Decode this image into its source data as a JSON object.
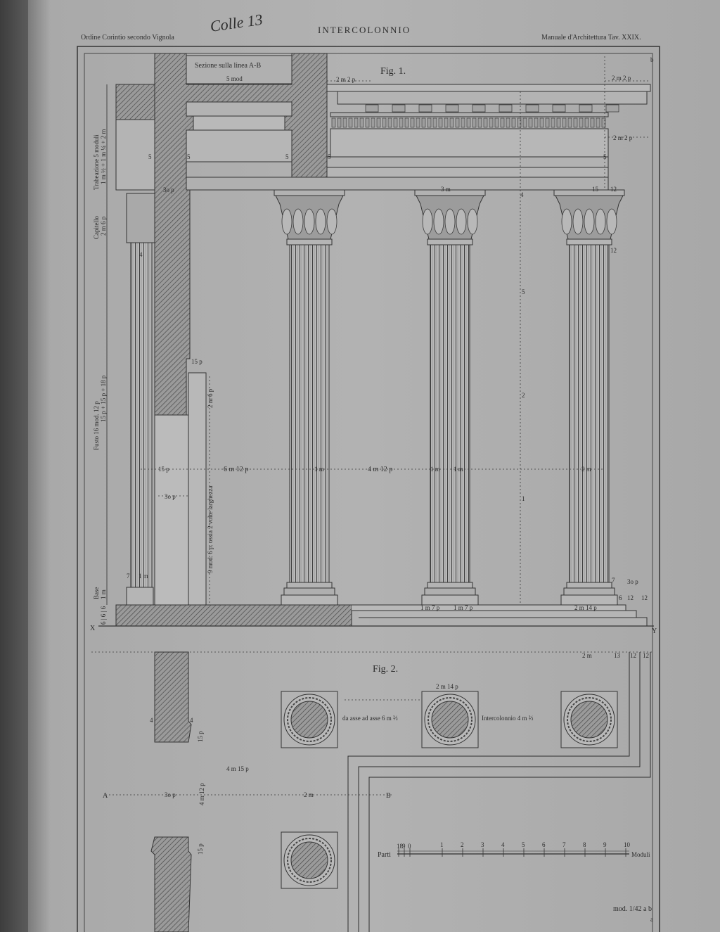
{
  "header": {
    "left": "Ordine Corintio secondo Vignola",
    "center": "INTERCOLONNIO",
    "right": "Manuale d'Architettura  Tav. XXIX.",
    "handwritten": "Colle 13"
  },
  "fig1": {
    "title": "Fig. 1.",
    "section_label": "Sezione sulla linea A-B",
    "section_width": "5 mod",
    "dims": {
      "entab_proj": "2 m 2 p",
      "entab_proj_right": "2 m 2 p",
      "cornice_proj": "2 m 2 p",
      "wall_30p": "3o p",
      "col_3m": "3 m",
      "col_15": "15",
      "col_12": "12",
      "col_12b": "12",
      "pilaster_15p": "15 p",
      "side_2m6p": "2 m 6 p",
      "side_9mod": "9 mod. 6 p. ossia 2 volte larghezza",
      "h_6m12p": "6 m  12 p",
      "h_4m12p": "4 m 12 p",
      "h_1m_a": "1 m",
      "h_1m_b": "1 m",
      "h_1m_c": "1 m",
      "h_2m": "2 m",
      "h_15p": "15 p",
      "h_30p": "3o p",
      "base_1m7p_a": "1 m 7 p",
      "base_1m7p_b": "1 m 7 p",
      "base_2m14p": "2 m 14 p",
      "r_30p": "3o p",
      "r_12a": "12",
      "r_12b": "12",
      "r_6": "6",
      "r_7": "7",
      "l_7": "7",
      "l_1m": "1 m",
      "l_4": "4",
      "shaft_5": "5",
      "shaft_2": "2",
      "shaft_1": "1",
      "shaft_4": "4",
      "mark_5a": "5",
      "mark_5b": "5",
      "mark_5c": "5",
      "mark_5d": "5",
      "mark_5e": "5",
      "mark_b": "b",
      "x": "X",
      "y": "Y"
    },
    "vertical_scale": {
      "trabeazione": "Trabeazione 5 moduli",
      "tr_parts": "1 m ½  +  1 m ¼  +  2 m",
      "capitello": "Capitello",
      "cap_val": "2 m 6 p",
      "fusto": "Fusto 16 mod. 12 p",
      "fusto_parts": "15 p + 15 p + 18 p",
      "base": "Base",
      "base_val": "1 m",
      "plinth": "6 | 6 | 6"
    }
  },
  "fig2": {
    "title": "Fig. 2.",
    "axis_text": "da asse ad asse 6 m ⅔",
    "intercol_text": "Intercolonnio  4 m ⅔",
    "dim_2m14p": "2 m 14 p",
    "dim_4m15p": "4 m 15 p",
    "dim_4m12p": "4 m 12 p",
    "dim_30p": "3o p",
    "dim_2m": "2 m",
    "dim_15p_a": "15 p",
    "dim_15p_b": "15 p",
    "dim_4a": "4",
    "dim_4b": "4",
    "r_2m": "2 m",
    "r_13": "13",
    "r_12": "12",
    "r_12b": "12",
    "label_a": "A",
    "label_b": "B"
  },
  "scale": {
    "left": "Parti",
    "right": "Moduli",
    "sub_ticks": [
      "18",
      "9",
      "0"
    ],
    "ticks": [
      "1",
      "2",
      "3",
      "4",
      "5",
      "6",
      "7",
      "8",
      "9",
      "10"
    ]
  },
  "footer": {
    "mod": "mod. 1/42 a b",
    "mark_a": "a"
  }
}
